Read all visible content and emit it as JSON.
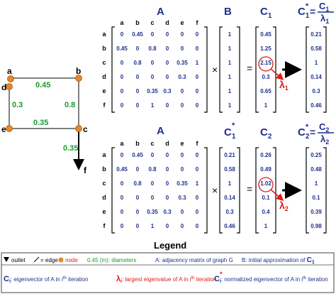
{
  "graph": {
    "nodes": [
      "a",
      "b",
      "c",
      "d",
      "e",
      "f"
    ],
    "edges": [
      {
        "from": "a",
        "to": "b",
        "label": "0.45"
      },
      {
        "from": "d",
        "to": "e",
        "label": "0.3"
      },
      {
        "from": "b",
        "to": "c",
        "label": "0.8"
      },
      {
        "from": "e",
        "to": "c",
        "label": "0.35"
      },
      {
        "from": "c",
        "to": "f",
        "label": "0.35"
      }
    ]
  },
  "iteration1": {
    "matrix_title": "A",
    "b_title": "B",
    "c_title": "C",
    "c_sub": "1",
    "lambda": "λ",
    "lambda_sub": "1",
    "times": "×",
    "equals": "=",
    "col_labels": [
      "a",
      "b",
      "c",
      "d",
      "e",
      "f"
    ],
    "row_labels": [
      "a",
      "b",
      "c",
      "d",
      "e",
      "f"
    ],
    "matrix": [
      [
        "0",
        "0.45",
        "0",
        "0",
        "0",
        "0"
      ],
      [
        "0.45",
        "0",
        "0.8",
        "0",
        "0",
        "0"
      ],
      [
        "0",
        "0.8",
        "0",
        "0",
        "0.35",
        "1"
      ],
      [
        "0",
        "0",
        "0",
        "0",
        "0.3",
        "0"
      ],
      [
        "0",
        "0",
        "0.35",
        "0.3",
        "0",
        "0"
      ],
      [
        "0",
        "0",
        "1",
        "0",
        "0",
        "0"
      ]
    ],
    "vector_in": [
      "1",
      "1",
      "1",
      "1",
      "1",
      "1"
    ],
    "vector_out": [
      "0.45",
      "1.25",
      "2.15",
      "0.3",
      "0.65",
      "1"
    ],
    "vector_norm": [
      "0.21",
      "0.58",
      "1",
      "0.14",
      "0.3",
      "0.46"
    ]
  },
  "iteration2": {
    "matrix_title": "A",
    "c_in_title": "C",
    "c_in_sub": "1",
    "c_title": "C",
    "c_sub": "2",
    "lambda": "λ",
    "lambda_sub": "2",
    "times": "×",
    "equals": "=",
    "col_labels": [
      "a",
      "b",
      "c",
      "d",
      "e",
      "f"
    ],
    "row_labels": [
      "a",
      "b",
      "c",
      "d",
      "e",
      "f"
    ],
    "matrix": [
      [
        "0",
        "0.45",
        "0",
        "0",
        "0",
        "0"
      ],
      [
        "0.45",
        "0",
        "0.8",
        "0",
        "0",
        "0"
      ],
      [
        "0",
        "0.8",
        "0",
        "0",
        "0.35",
        "1"
      ],
      [
        "0",
        "0",
        "0",
        "0",
        "0.3",
        "0"
      ],
      [
        "0",
        "0",
        "0.35",
        "0.3",
        "0",
        "0"
      ],
      [
        "0",
        "0",
        "1",
        "0",
        "0",
        "0"
      ]
    ],
    "vector_in": [
      "0.21",
      "0.58",
      "1",
      "0.14",
      "0.3",
      "0.46"
    ],
    "vector_out": [
      "0.26",
      "0.49",
      "1.02",
      "0.1",
      "0.4",
      "1"
    ],
    "vector_norm": [
      "0.25",
      "0.48",
      "1",
      "0.1",
      "0.39",
      "0.98"
    ]
  },
  "legend": {
    "title": "Legend",
    "outlet": "outlet",
    "edge": "edge",
    "node": "node",
    "diam_value": "0.45 (m)",
    "diam_text": ": diameters",
    "a_def": "A: adjacency matrix of graph G",
    "b_def": "B: initial approximation of",
    "ci_def": ": eigenvector of A in i",
    "ci_def_tail": " iteration",
    "lambda_def": ": largest eigenvalue of A in i",
    "lambda_def_tail": " iteration",
    "cstar_def": ": normalized eigenvector of A in i",
    "cstar_def_tail": " iteration",
    "th": "th"
  },
  "colors": {
    "blue": "#1f2f8f",
    "green": "#1a9a2c",
    "red": "#e01a1a",
    "node": "#e8862a",
    "black": "#000000"
  }
}
